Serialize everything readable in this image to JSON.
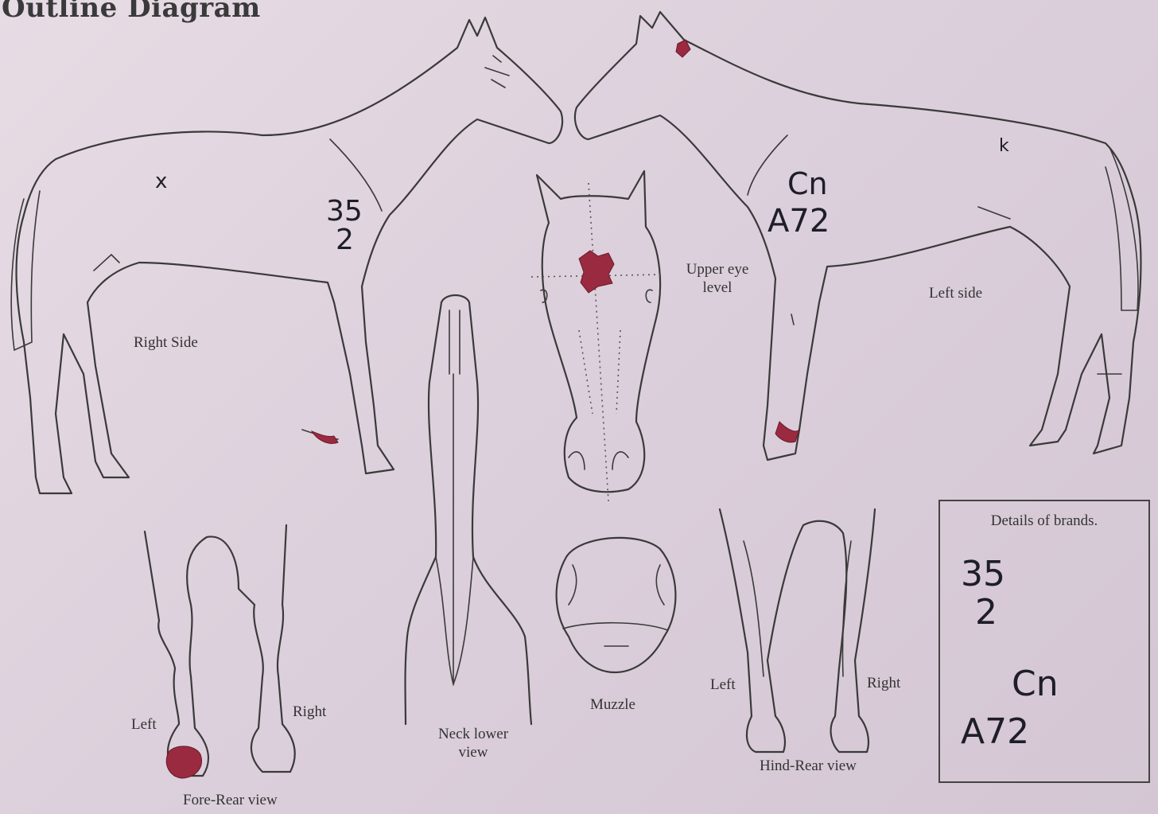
{
  "title": "Outline Diagram",
  "labels": {
    "right_side": "Right Side",
    "left_side": "Left side",
    "upper_eye_level": "Upper eye level",
    "neck_lower_view": "Neck lower view",
    "muzzle": "Muzzle",
    "fore_rear_view": "Fore-Rear view",
    "fore_left": "Left",
    "fore_right": "Right",
    "hind_rear_view": "Hind-Rear view",
    "hind_left": "Left",
    "hind_right": "Right"
  },
  "handwritten": {
    "right_side_brand_line1": "35",
    "right_side_brand_line2": "2",
    "right_side_mark": "x",
    "left_side_brand_line1": "Cn",
    "left_side_brand_line2": "A72",
    "left_side_mark": "k"
  },
  "brand_details": {
    "heading": "Details of brands.",
    "brand1_line1": "35",
    "brand1_line2": "2",
    "brand2_line1": "Cn",
    "brand2_line2": "A72"
  },
  "colors": {
    "marking": "#9a2a40",
    "line": "#3a3a3a",
    "paper": "#e0d4de"
  }
}
